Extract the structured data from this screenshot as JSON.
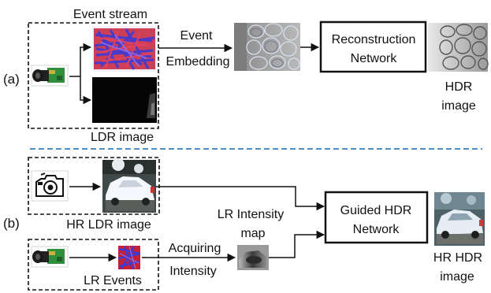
{
  "part_a": {
    "marker": "(a)",
    "event_stream_label": "Event stream",
    "ldr_image_label": "LDR image",
    "event_embedding_line1": "Event",
    "event_embedding_line2": "Embedding",
    "reconstruction_line1": "Reconstruction",
    "reconstruction_line2": "Network",
    "hdr_line1": "HDR",
    "hdr_line2": "image"
  },
  "part_b": {
    "marker": "(b)",
    "hr_ldr_label": "HR LDR image",
    "lr_events_label": "LR Events",
    "lr_intensity_line1": "LR Intensity",
    "lr_intensity_line2": "map",
    "acquiring_line1": "Acquiring",
    "acquiring_line2": "Intensity",
    "guided_line1": "Guided HDR",
    "guided_line2": "Network",
    "hr_hdr_line1": "HR HDR",
    "hr_hdr_line2": "image"
  },
  "colors": {
    "separator": "#4f8fc8",
    "event_red": "#d42a2a",
    "event_blue": "#3a3ad8",
    "box_stroke": "#111111"
  },
  "icons": [
    "event-camera-icon",
    "camera-icon"
  ]
}
